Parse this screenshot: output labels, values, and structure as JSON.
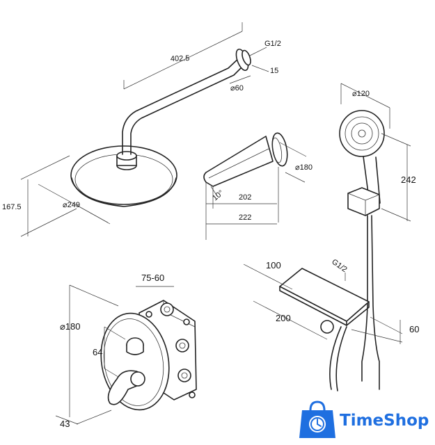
{
  "dimensions": {
    "arm_length": "402.5",
    "thread_top": "G1/2",
    "flange_offset": "15",
    "flange_dia": "⌀60",
    "overhead_height": "167.5",
    "overhead_dia": "⌀249",
    "spout_dia": "⌀180",
    "spout_angle": "10°",
    "spout_length": "202",
    "spout_total": "222",
    "hand_dia": "⌀120",
    "hand_length": "242",
    "plate_dia": "⌀180",
    "wall_depth": "75-60",
    "knob_offset": "64",
    "lever_offset": "43",
    "shelf_depth": "100",
    "shelf_thread": "G1/2",
    "shelf_width": "200",
    "shelf_height": "60"
  },
  "brand": {
    "name": "TimeShop",
    "icon": "shopping-bag-clock-icon",
    "color": "#1f6fe0"
  }
}
